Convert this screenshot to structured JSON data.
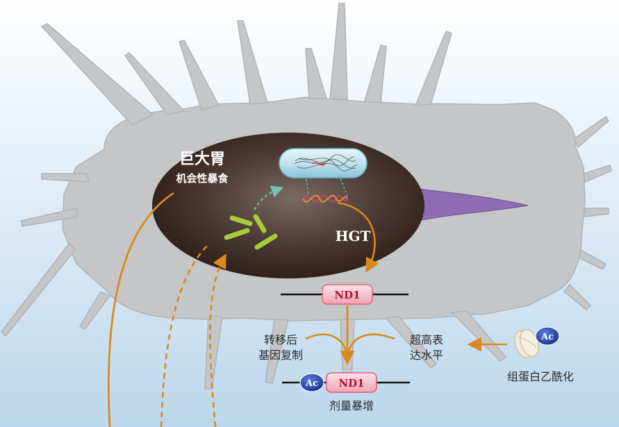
{
  "labels": {
    "title_main": "巨大胃",
    "title_sub": "机会性暴食",
    "hgt": "HGT",
    "gene_top": "ND1",
    "gene_bottom": "ND1",
    "post_transfer_line1": "转移后",
    "post_transfer_line2": "基因复制",
    "high_expr_line1": "超高表",
    "high_expr_line2": "达水平",
    "histone_acetylation": "组蛋白乙酰化",
    "dosage_surge": "剂量暴增",
    "ac_badge_1": "Ac",
    "ac_badge_2": "Ac"
  },
  "colors": {
    "background_top": "#ffffff",
    "background_bottom": "#bcd7ec",
    "body": "#c4c6c8",
    "body_outline": "#b0b2b4",
    "gut_center": "#7a6a62",
    "gut_edge": "#2c1a14",
    "tail": "#8f6cb2",
    "arrow": "#d98a1c",
    "gene_box": "#f7b8c4",
    "gene_box_border": "#d9607a",
    "ac_badge": "#1f3fa8",
    "bacteria": "#a6cc3a",
    "teal_arrow": "#6fc4b4"
  }
}
